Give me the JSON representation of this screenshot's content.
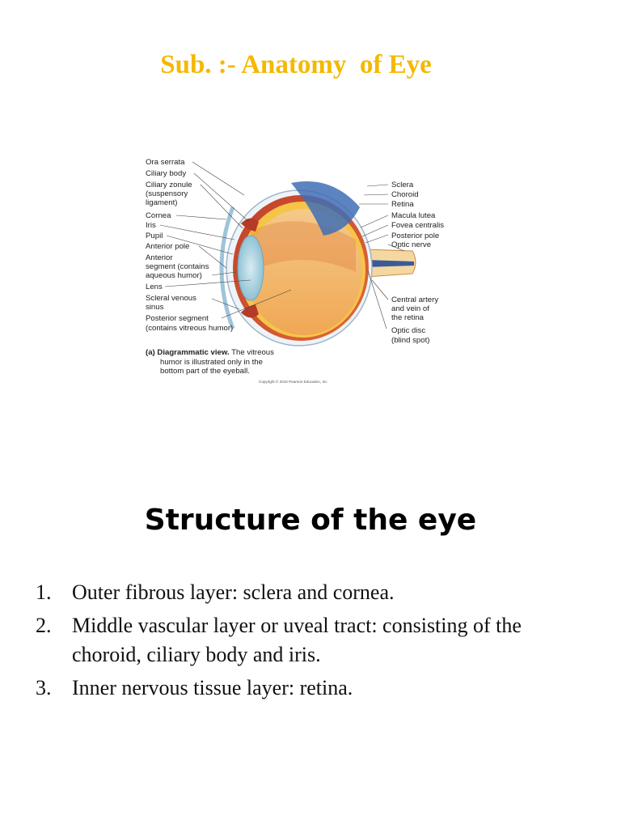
{
  "subject_title": "Sub. :- Anatomy  of Eye",
  "figure": {
    "left_labels": [
      "Ora serrata",
      "Ciliary body",
      "Ciliary zonule",
      "(suspensory",
      "ligament)",
      "Cornea",
      "Iris",
      "Pupil",
      "Anterior pole",
      "Anterior",
      "segment (contains",
      "aqueous humor)",
      "Lens",
      "Scleral venous",
      "sinus",
      "Posterior segment",
      "(contains vitreous humor)"
    ],
    "right_labels": [
      "Sclera",
      "Choroid",
      "Retina",
      "Macula lutea",
      "Fovea centralis",
      "Posterior pole",
      "Optic nerve",
      "Central artery",
      "and vein of",
      "the retina",
      "Optic disc",
      "(blind spot)"
    ],
    "caption_bold": "(a) Diagrammatic view.",
    "caption_rest": " The vitreous",
    "caption_line2": "humor is illustrated only in the",
    "caption_line3": "bottom part of the eyeball.",
    "copyright": "Copyright © 2010 Pearson Education, Inc."
  },
  "section_heading": "Structure of the eye",
  "points": [
    {
      "number": "1.",
      "text": "Outer fibrous layer: sclera and cornea."
    },
    {
      "number": "2.",
      "text": "Middle vascular layer or uveal tract: consisting of the choroid, ciliary body and iris."
    },
    {
      "number": "3.",
      "text": "Inner nervous tissue layer: retina."
    }
  ]
}
